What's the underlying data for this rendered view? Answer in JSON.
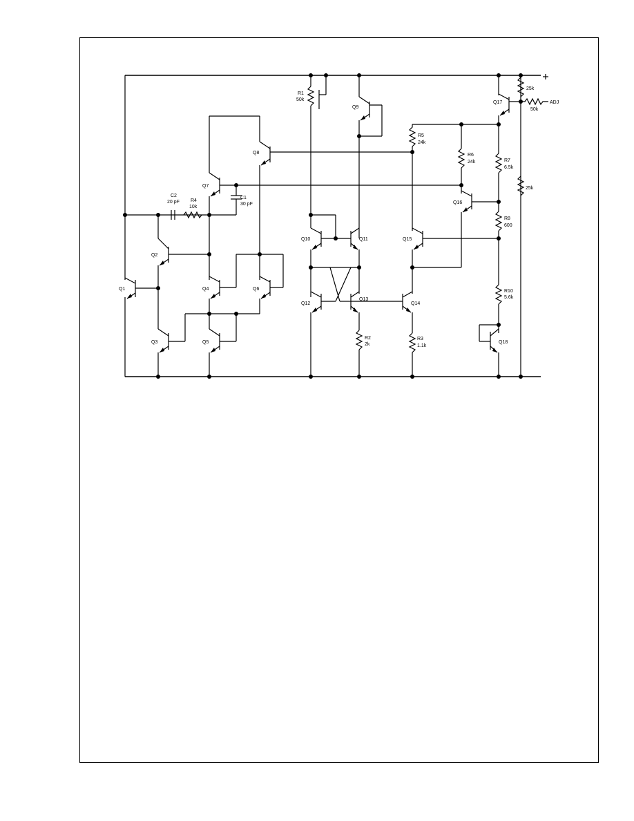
{
  "schematic": {
    "supply_plus": "+",
    "adj": "ADJ",
    "transistors": {
      "q1": "Q1",
      "q2": "Q2",
      "q3": "Q3",
      "q4": "Q4",
      "q5": "Q5",
      "q6": "Q6",
      "q7": "Q7",
      "q8": "Q8",
      "q9": "Q9",
      "q10": "Q10",
      "q11": "Q11",
      "q12": "Q12",
      "q13": "Q13",
      "q14": "Q14",
      "q15": "Q15",
      "q16": "Q16",
      "q17": "Q17",
      "q18": "Q18"
    },
    "resistors": {
      "r1": {
        "name": "R1",
        "value": "50k"
      },
      "r2": {
        "name": "R2",
        "value": "2k"
      },
      "r3": {
        "name": "R3",
        "value": "1.1k"
      },
      "r4": {
        "name": "R4",
        "value": "10k"
      },
      "r5": {
        "name": "R5",
        "value": "24k"
      },
      "r6": {
        "name": "R6",
        "value": "24k"
      },
      "r7": {
        "name": "R7",
        "value": "6.5k"
      },
      "r8": {
        "name": "R8",
        "value": "600"
      },
      "r10": {
        "name": "R10",
        "value": "5.6k"
      },
      "r_top": {
        "value": "25k"
      },
      "r_adj": {
        "value": "50k"
      },
      "r_right": {
        "value": "25k"
      }
    },
    "capacitors": {
      "c1": {
        "name": "C1",
        "value": "30 pF"
      },
      "c2": {
        "name": "C2",
        "value": "20 pF"
      }
    }
  }
}
